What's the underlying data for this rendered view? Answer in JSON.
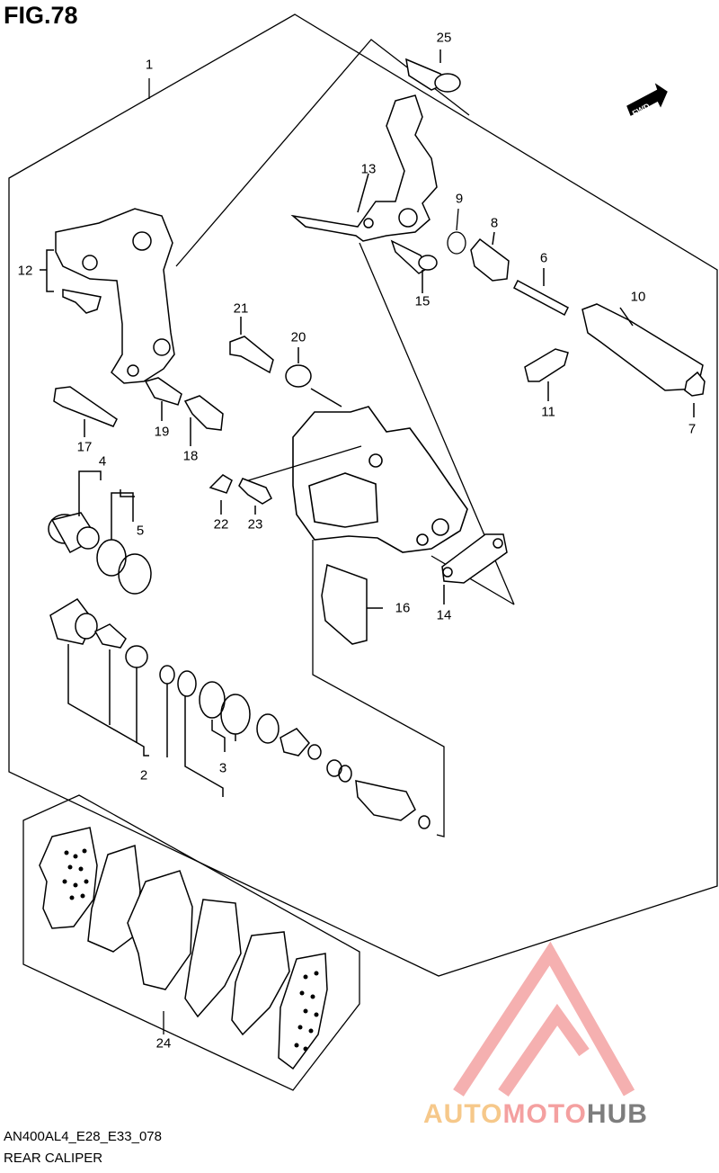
{
  "figure": {
    "title": "FIG.78",
    "code": "AN400AL4_E28_E33_078",
    "name": "REAR CALIPER",
    "fwd_badge": "FWD"
  },
  "watermark": {
    "word_part1": "AUTO",
    "word_part2": "MOTO",
    "word_part3": "HUB",
    "colors": {
      "auto": "#f6c88a",
      "moto": "#f4a0a0",
      "hub": "#7d7d7d",
      "logo": "#f4a8a8"
    }
  },
  "callouts": [
    {
      "id": "1",
      "label": "1"
    },
    {
      "id": "2",
      "label": "2"
    },
    {
      "id": "3",
      "label": "3"
    },
    {
      "id": "4",
      "label": "4"
    },
    {
      "id": "5",
      "label": "5"
    },
    {
      "id": "6",
      "label": "6"
    },
    {
      "id": "7",
      "label": "7"
    },
    {
      "id": "8",
      "label": "8"
    },
    {
      "id": "9",
      "label": "9"
    },
    {
      "id": "10",
      "label": "10"
    },
    {
      "id": "11",
      "label": "11"
    },
    {
      "id": "12",
      "label": "12"
    },
    {
      "id": "13",
      "label": "13"
    },
    {
      "id": "14",
      "label": "14"
    },
    {
      "id": "15",
      "label": "15"
    },
    {
      "id": "16",
      "label": "16"
    },
    {
      "id": "17",
      "label": "17"
    },
    {
      "id": "18",
      "label": "18"
    },
    {
      "id": "19",
      "label": "19"
    },
    {
      "id": "20",
      "label": "20"
    },
    {
      "id": "21",
      "label": "21"
    },
    {
      "id": "22",
      "label": "22"
    },
    {
      "id": "23",
      "label": "23"
    },
    {
      "id": "24",
      "label": "24"
    },
    {
      "id": "25",
      "label": "25"
    }
  ]
}
